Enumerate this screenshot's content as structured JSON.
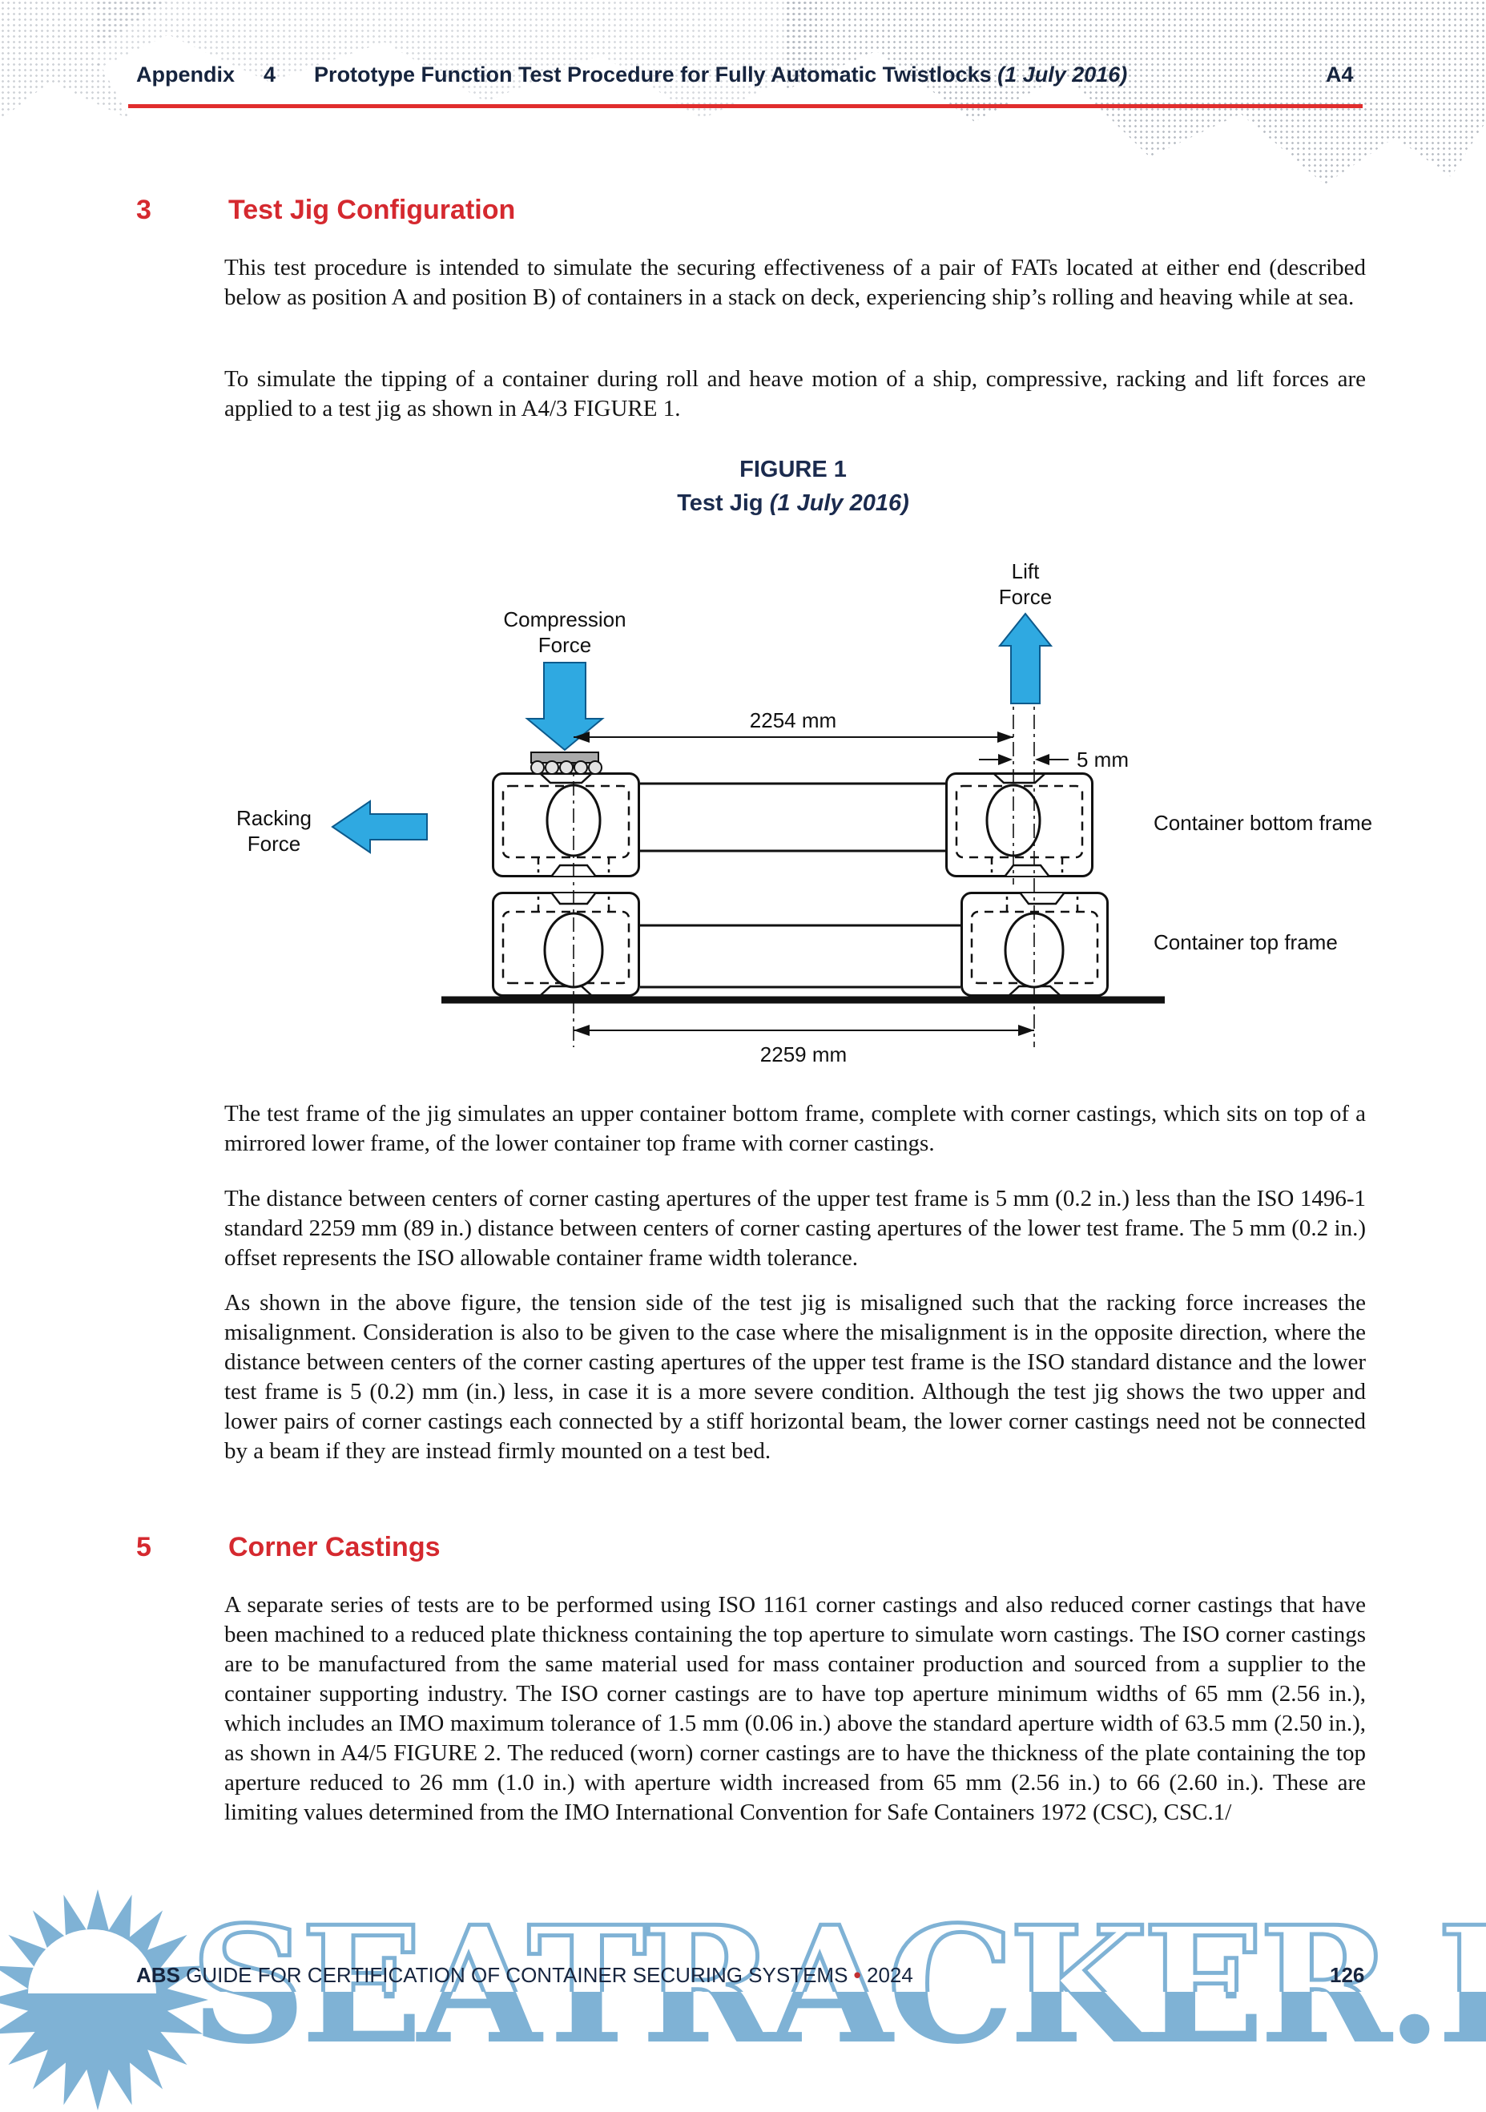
{
  "header": {
    "label": "Appendix",
    "number": "4",
    "title": "Prototype Function Test Procedure for Fully Automatic Twistlocks",
    "date_italic": "(1 July 2016)",
    "corner_ref": "A4"
  },
  "section3": {
    "number": "3",
    "title": "Test Jig Configuration"
  },
  "section5": {
    "number": "5",
    "title": "Corner Castings"
  },
  "paragraphs": {
    "p1": "This test procedure is intended to simulate the securing effectiveness of a pair of FATs located at either end (described below as position A and position B) of containers in a stack on deck, experiencing ship’s rolling and heaving while at sea.",
    "p2": "To simulate the tipping of a container during roll and heave motion of a ship, compressive, racking and lift forces are applied to a test jig as shown in A4/3 FIGURE 1.",
    "p3": "The test frame of the jig simulates an upper container bottom frame, complete with corner castings, which sits on top of a mirrored lower frame, of the lower container top frame with corner castings.",
    "p4": "The distance between centers of corner casting apertures of the upper test frame is 5 mm (0.2 in.) less than the ISO 1496-1 standard 2259 mm (89 in.) distance between centers of corner casting apertures of the lower test frame. The 5 mm (0.2 in.) offset represents the ISO allowable container frame width tolerance.",
    "p5": "As shown in the above figure, the tension side of the test jig is misaligned such that the racking force increases the misalignment. Consideration is also to be given to the case where the misalignment is in the opposite direction, where the distance between centers of the corner casting apertures of the upper test frame is the ISO standard distance and the lower test frame is 5 (0.2) mm (in.) less, in case it is a more severe condition. Although the test jig shows the two upper and lower pairs of corner castings each connected by a stiff horizontal beam, the lower corner castings need not be connected by a beam if they are instead firmly mounted on a test bed.",
    "p6": "A separate series of tests are to be performed using ISO 1161 corner castings and also reduced corner castings that have been machined to a reduced plate thickness containing the top aperture to simulate worn castings. The ISO corner castings are to be manufactured from the same material used for mass container production and sourced from a supplier to the container supporting industry. The ISO corner castings are to have top aperture minimum widths of 65 mm (2.56 in.), which includes an IMO maximum tolerance of 1.5 mm (0.06 in.) above the standard aperture width of 63.5 mm (2.50 in.), as shown in A4/5 FIGURE 2. The reduced (worn) corner castings are to have the thickness of the plate containing the top aperture reduced to 26 mm (1.0 in.) with aperture width increased from 65 mm (2.56 in.) to 66 (2.60 in.). These are limiting values determined from the IMO International Convention for Safe Containers 1972 (CSC), CSC.1/"
  },
  "figure": {
    "caption_line1": "FIGURE 1",
    "caption_line2": "Test Jig",
    "caption_line2_italic": "(1 July 2016)",
    "labels": {
      "compression_1": "Compression",
      "compression_2": "Force",
      "lift_1": "Lift",
      "lift_2": "Force",
      "racking_1": "Racking",
      "racking_2": "Force",
      "dim_top": "2254 mm",
      "dim_offset": "5 mm",
      "dim_bottom": "2259 mm",
      "frame_bottom": "Container bottom frame",
      "frame_top": "Container top frame"
    }
  },
  "footer": {
    "brand": "ABS",
    "title": "GUIDE FOR CERTIFICATION OF CONTAINER SECURING SYSTEMS",
    "bullet": "•",
    "year": "2024",
    "page_number": "126"
  },
  "watermark": {
    "text": "SEATRACKER.RU"
  },
  "colors": {
    "heading_red": "#D5292F",
    "rule_red": "#E12D2D",
    "navy": "#16243E",
    "arrow_blue": "#2FA9E1",
    "watermark_blue": "#7FB2D5"
  }
}
